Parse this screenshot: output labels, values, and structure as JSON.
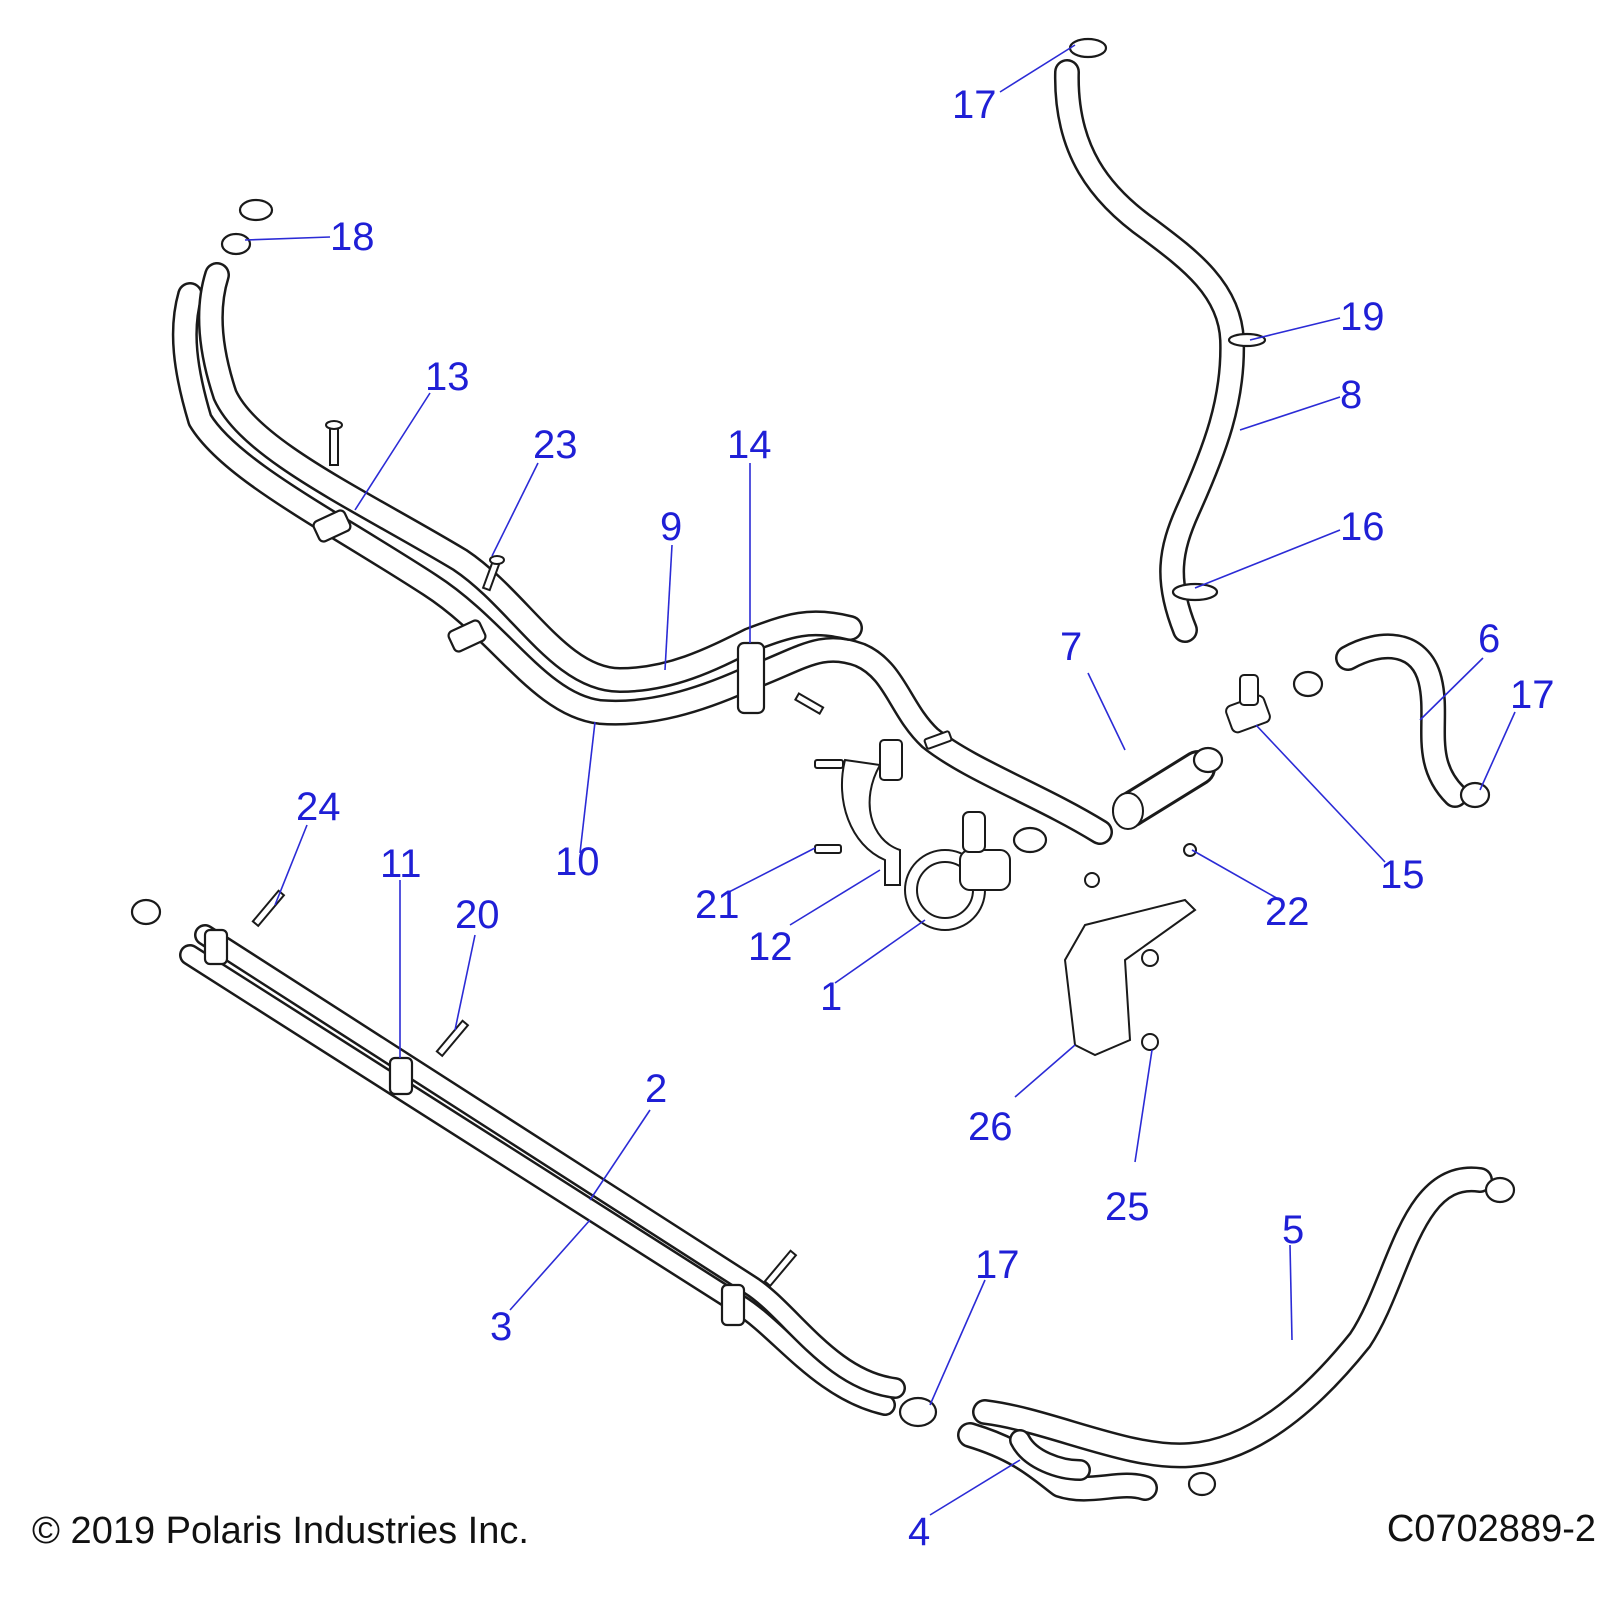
{
  "callouts": {
    "p1": "1",
    "p2": "2",
    "p3": "3",
    "p4": "4",
    "p5": "5",
    "p6": "6",
    "p7": "7",
    "p8": "8",
    "p9": "9",
    "p10": "10",
    "p11": "11",
    "p12": "12",
    "p13": "13",
    "p14": "14",
    "p15": "15",
    "p16": "16",
    "p17a": "17",
    "p17b": "17",
    "p17c": "17",
    "p18": "18",
    "p19": "19",
    "p20": "20",
    "p21": "21",
    "p22": "22",
    "p23": "23",
    "p24": "24",
    "p25": "25",
    "p26": "26"
  },
  "footer": {
    "copyright": "© 2019 Polaris Industries Inc.",
    "diagram_id": "C0702889-2"
  },
  "colors": {
    "callout": "#1f1fd6",
    "leader": "#2b2bd6",
    "line_art": "#1a1a1a"
  }
}
